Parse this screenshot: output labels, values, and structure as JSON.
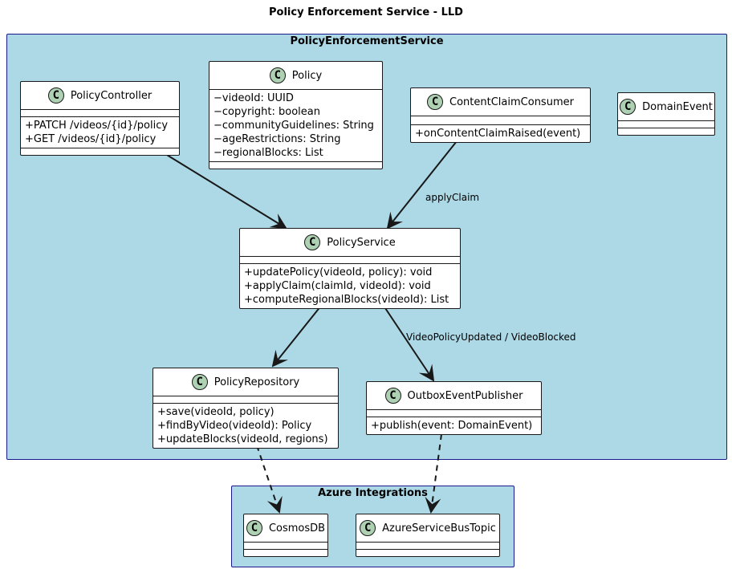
{
  "title": "Policy Enforcement Service - LLD",
  "packages": {
    "service": "PolicyEnforcementService",
    "azure": "Azure Integrations"
  },
  "classes": {
    "policy_controller": {
      "name": "PolicyController",
      "fields": [],
      "methods": [
        "+PATCH /videos/{id}/policy",
        "+GET /videos/{id}/policy"
      ]
    },
    "policy": {
      "name": "Policy",
      "fields": [
        "−videoId: UUID",
        "−copyright: boolean",
        "−communityGuidelines: String",
        "−ageRestrictions: String",
        "−regionalBlocks: List"
      ],
      "methods": []
    },
    "content_claim_consumer": {
      "name": "ContentClaimConsumer",
      "fields": [],
      "methods": [
        "+onContentClaimRaised(event)"
      ]
    },
    "domain_event": {
      "name": "DomainEvent",
      "fields": [],
      "methods": []
    },
    "policy_service": {
      "name": "PolicyService",
      "fields": [],
      "methods": [
        "+updatePolicy(videoId, policy): void",
        "+applyClaim(claimId, videoId): void",
        "+computeRegionalBlocks(videoId): List"
      ]
    },
    "policy_repository": {
      "name": "PolicyRepository",
      "fields": [],
      "methods": [
        "+save(videoId, policy)",
        "+findByVideo(videoId): Policy",
        "+updateBlocks(videoId, regions)"
      ]
    },
    "outbox_event_publisher": {
      "name": "OutboxEventPublisher",
      "fields": [],
      "methods": [
        "+publish(event: DomainEvent)"
      ]
    },
    "cosmos_db": {
      "name": "CosmosDB",
      "fields": [],
      "methods": []
    },
    "azure_service_bus_topic": {
      "name": "AzureServiceBusTopic",
      "fields": [],
      "methods": []
    }
  },
  "edge_labels": {
    "apply_claim": "applyClaim",
    "video_policy_updated": "VideoPolicyUpdated / VideoBlocked"
  },
  "colors": {
    "package_fill": "#add8e6",
    "package_border": "#1a1a8c",
    "class_badge": "#add1b2"
  }
}
